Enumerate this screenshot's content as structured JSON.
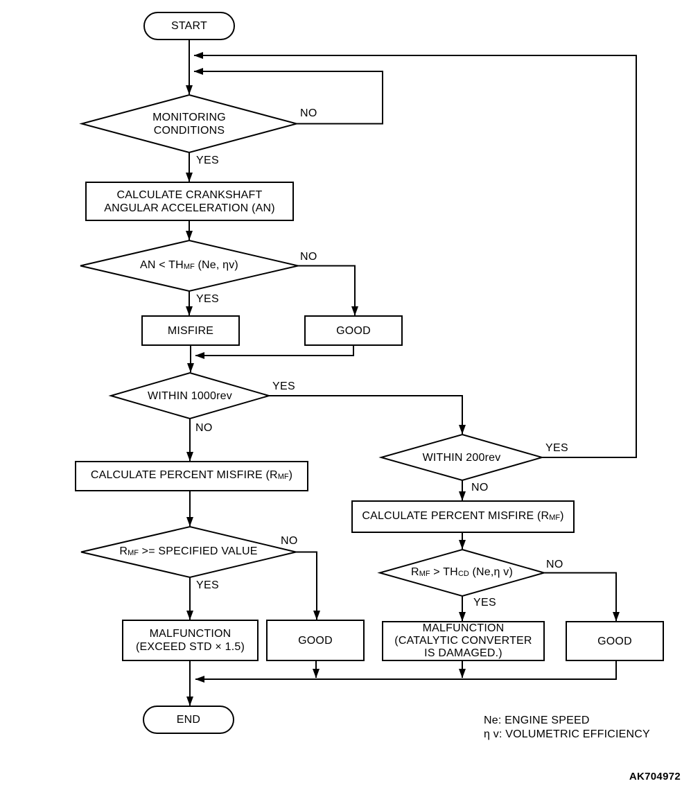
{
  "title": "Misfire monitor flowchart",
  "colors": {
    "line": "#000000",
    "background": "#ffffff",
    "text": "#000000"
  },
  "nodes": {
    "start": {
      "label": "START"
    },
    "monitoring": {
      "lines": [
        "MONITORING",
        "CONDITIONS"
      ]
    },
    "calc_an": {
      "lines": [
        "CALCULATE CRANKSHAFT",
        "ANGULAR ACCELERATION (AN)"
      ]
    },
    "an_th": {
      "parts": [
        "AN < TH",
        "MF",
        " (Ne, ηv)"
      ]
    },
    "misfire": {
      "label": "MISFIRE"
    },
    "good1": {
      "label": "GOOD"
    },
    "within1000": {
      "label": "WITHIN 1000rev"
    },
    "calc_rmf_left": {
      "parts": [
        "CALCULATE PERCENT MISFIRE (R",
        "MF",
        ")"
      ]
    },
    "rmf_spec": {
      "parts": [
        "R",
        "MF",
        " >= SPECIFIED VALUE"
      ]
    },
    "malfunction_std": {
      "lines": [
        "MALFUNCTION",
        "(EXCEED STD × 1.5)"
      ]
    },
    "good2": {
      "label": "GOOD"
    },
    "within200": {
      "label": "WITHIN 200rev"
    },
    "calc_rmf_right": {
      "parts": [
        "CALCULATE PERCENT MISFIRE (R",
        "MF",
        ")"
      ]
    },
    "rmf_thcd": {
      "parts": [
        "R",
        "MF",
        " > TH",
        "CD",
        " (Ne,η v)"
      ]
    },
    "malfunction_cat": {
      "lines": [
        "MALFUNCTION",
        "(CATALYTIC CONVERTER",
        "IS DAMAGED.)"
      ]
    },
    "good3": {
      "label": "GOOD"
    },
    "end": {
      "label": "END"
    }
  },
  "edge_labels": {
    "monitoring_no": "NO",
    "monitoring_yes": "YES",
    "an_no": "NO",
    "an_yes": "YES",
    "w1000_yes": "YES",
    "w1000_no": "NO",
    "rmf_spec_no": "NO",
    "rmf_spec_yes": "YES",
    "w200_yes": "YES",
    "w200_no": "NO",
    "rmf_thcd_no": "NO",
    "rmf_thcd_yes": "YES"
  },
  "legend": {
    "line1": "Ne: ENGINE SPEED",
    "line2": "η v: VOLUMETRIC EFFICIENCY"
  },
  "figure_id": "AK704972"
}
